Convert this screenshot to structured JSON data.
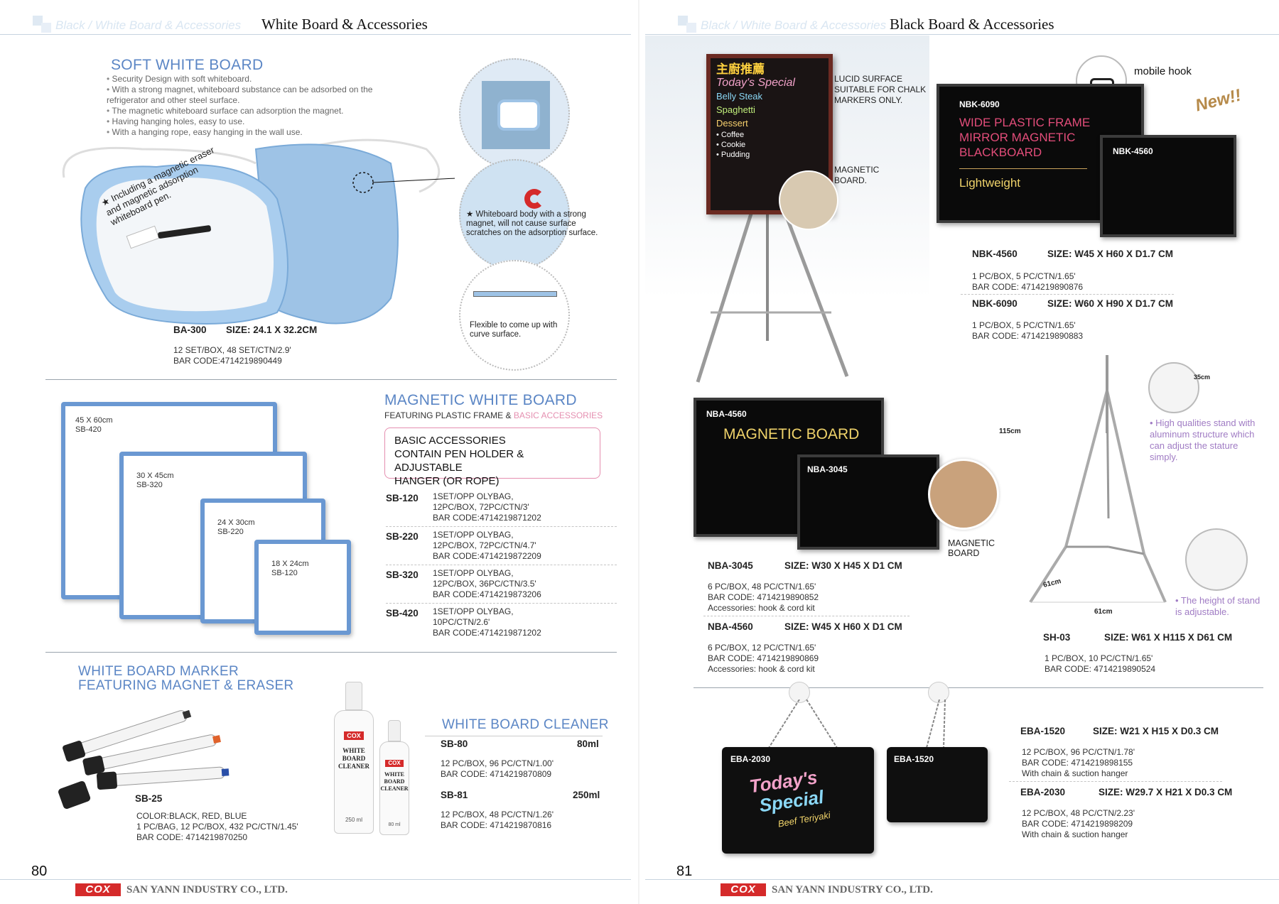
{
  "left_page": {
    "ghost_header": "Black / White Board & Accessories",
    "header_title": "White Board & Accessories",
    "page_number": "80",
    "soft_board": {
      "title": "SOFT WHITE BOARD",
      "bullets": [
        "Security Design with soft whiteboard.",
        "With a strong magnet, whiteboard substance can be adsorbed on the refrigerator and other steel surface.",
        "The magnetic whiteboard surface can adsorption the magnet.",
        "Having hanging holes, easy to use.",
        "With a hanging rope, easy hanging in the wall use."
      ],
      "board_text": "★ Including a magnetic eraser and magnetic adsorption whiteboard pen.",
      "magnet_note": "★ Whiteboard body with a strong magnet, will not cause surface scratches on the adsorption surface.",
      "flex_note": "Flexible to come up with curve surface.",
      "code": "BA-300",
      "size": "SIZE: 24.1 X 32.2CM",
      "line1": "12 SET/BOX, 48 SET/CTN/2.9'",
      "line2": "BAR CODE:4714219890449"
    },
    "magnetic_board": {
      "title": "MAGNETIC WHITE BOARD",
      "subtitle_a": "FEATURING PLASTIC FRAME & ",
      "subtitle_b": "BASIC ACCESSORIES",
      "box_line1": "BASIC ACCESSORIES",
      "box_line2": "CONTAIN PEN HOLDER & ADJUSTABLE",
      "box_line3": "HANGER (OR ROPE)",
      "board_labels": [
        {
          "size": "45 X 60cm",
          "code": "SB-420"
        },
        {
          "size": "30 X 45cm",
          "code": "SB-320"
        },
        {
          "size": "24 X 30cm",
          "code": "SB-220"
        },
        {
          "size": "18 X 24cm",
          "code": "SB-120"
        }
      ],
      "items": [
        {
          "code": "SB-120",
          "l1": "1SET/OPP OLYBAG,",
          "l2": "12PC/BOX, 72PC/CTN/3'",
          "l3": "BAR CODE:4714219871202"
        },
        {
          "code": "SB-220",
          "l1": "1SET/OPP OLYBAG,",
          "l2": "12PC/BOX, 72PC/CTN/4.7'",
          "l3": "BAR CODE:4714219872209"
        },
        {
          "code": "SB-320",
          "l1": "1SET/OPP OLYBAG,",
          "l2": "12PC/BOX, 36PC/CTN/3.5'",
          "l3": "BAR CODE:4714219873206"
        },
        {
          "code": "SB-420",
          "l1": "1SET/OPP OLYBAG,",
          "l2": "10PC/CTN/2.6'",
          "l3": "BAR CODE:4714219871202"
        }
      ]
    },
    "marker": {
      "title1": "WHITE BOARD MARKER",
      "title2": "FEATURING MAGNET & ERASER",
      "code": "SB-25",
      "line1": "COLOR:BLACK, RED, BLUE",
      "line2": "1 PC/BAG, 12 PC/BOX, 432 PC/CTN/1.45'",
      "line3": "BAR CODE: 4714219870250"
    },
    "cleaner": {
      "title": "WHITE BOARD CLEANER",
      "bottle_brand": "COX",
      "bottle_label": "WHITE BOARD CLEANER",
      "bottle_vol_big": "250 ml",
      "bottle_vol_small": "80 ml",
      "items": [
        {
          "code": "SB-80",
          "vol": "80ml",
          "l1": "12 PC/BOX, 96 PC/CTN/1.00'",
          "l2": "BAR CODE: 4714219870809"
        },
        {
          "code": "SB-81",
          "vol": "250ml",
          "l1": "12 PC/BOX, 48 PC/CTN/1.26'",
          "l2": "BAR CODE: 4714219870816"
        }
      ]
    },
    "footer_logo": "COX",
    "footer_company": "SAN YANN INDUSTRY CO., LTD."
  },
  "right_page": {
    "ghost_header": "Black / White Board & Accessories",
    "header_title": "Black Board & Accessories",
    "page_number": "81",
    "easel_board": {
      "note1": "LUCID SURFACE SUITABLE FOR CHALK MARKERS ONLY.",
      "note2": "MAGNETIC BOARD.",
      "menu_lines": [
        "主廚推薦",
        "Today's Special",
        "Belly Steak",
        "Spaghetti",
        "Dessert",
        "• Coffee",
        "• Cookie",
        "• Pudding"
      ]
    },
    "nbk": {
      "hook_label": "mobile hook",
      "new_badge": "New!!",
      "big_code": "NBK-6090",
      "small_code": "NBK-4560",
      "headline1": "WIDE PLASTIC FRAME",
      "headline2": "MIRROR MAGNETIC",
      "headline3": "BLACKBOARD",
      "lightweight": "Lightweight",
      "items": [
        {
          "code": "NBK-4560",
          "size": "SIZE: W45 X H60 X D1.7 CM",
          "l1": "1 PC/BOX, 5 PC/CTN/1.65'",
          "l2": "BAR CODE: 4714219890876"
        },
        {
          "code": "NBK-6090",
          "size": "SIZE: W60 X H90 X D1.7 CM",
          "l1": "1 PC/BOX, 5 PC/CTN/1.65'",
          "l2": "BAR CODE: 4714219890883"
        }
      ]
    },
    "nba": {
      "big_code": "NBA-4560",
      "small_code": "NBA-3045",
      "headline": "MAGNETIC BOARD",
      "magnetic_label": "MAGNETIC BOARD",
      "items": [
        {
          "code": "NBA-3045",
          "size": "SIZE: W30 X H45 X D1 CM",
          "l1": "6 PC/BOX, 48 PC/CTN/1.65'",
          "l2": "BAR CODE: 4714219890852",
          "l3": "Accessories: hook & cord kit"
        },
        {
          "code": "NBA-4560",
          "size": "SIZE: W45 X H60 X D1 CM",
          "l1": "6 PC/BOX, 12 PC/CTN/1.65'",
          "l2": "BAR CODE: 4714219890869",
          "l3": "Accessories: hook & cord kit"
        }
      ]
    },
    "stand": {
      "dim_height": "115cm",
      "dim_depth": "61cm",
      "dim_width": "61cm",
      "dim_adjust": "35cm",
      "note1": "• High qualities stand with aluminum structure which can adjust the stature simply.",
      "note2": "• The height of stand is adjustable.",
      "code": "SH-03",
      "size": "SIZE: W61 X H115 X D61 CM",
      "l1": "1 PC/BOX, 10 PC/CTN/1.65'",
      "l2": "BAR CODE: 4714219890524"
    },
    "eba": {
      "big_code": "EBA-2030",
      "small_code": "EBA-1520",
      "chalk1": "Today's",
      "chalk2": "Special",
      "chalk3": "Beef Teriyaki",
      "items": [
        {
          "code": "EBA-1520",
          "size": "SIZE: W21 X H15 X D0.3 CM",
          "l1": "12 PC/BOX, 96 PC/CTN/1.78'",
          "l2": "BAR CODE: 4714219898155",
          "l3": "With chain & suction hanger"
        },
        {
          "code": "EBA-2030",
          "size": "SIZE: W29.7 X H21 X D0.3 CM",
          "l1": "12 PC/BOX, 48 PC/CTN/2.23'",
          "l2": "BAR CODE: 4714219898209",
          "l3": "With chain & suction hanger"
        }
      ]
    },
    "footer_logo": "COX",
    "footer_company": "SAN YANN INDUSTRY CO., LTD."
  }
}
